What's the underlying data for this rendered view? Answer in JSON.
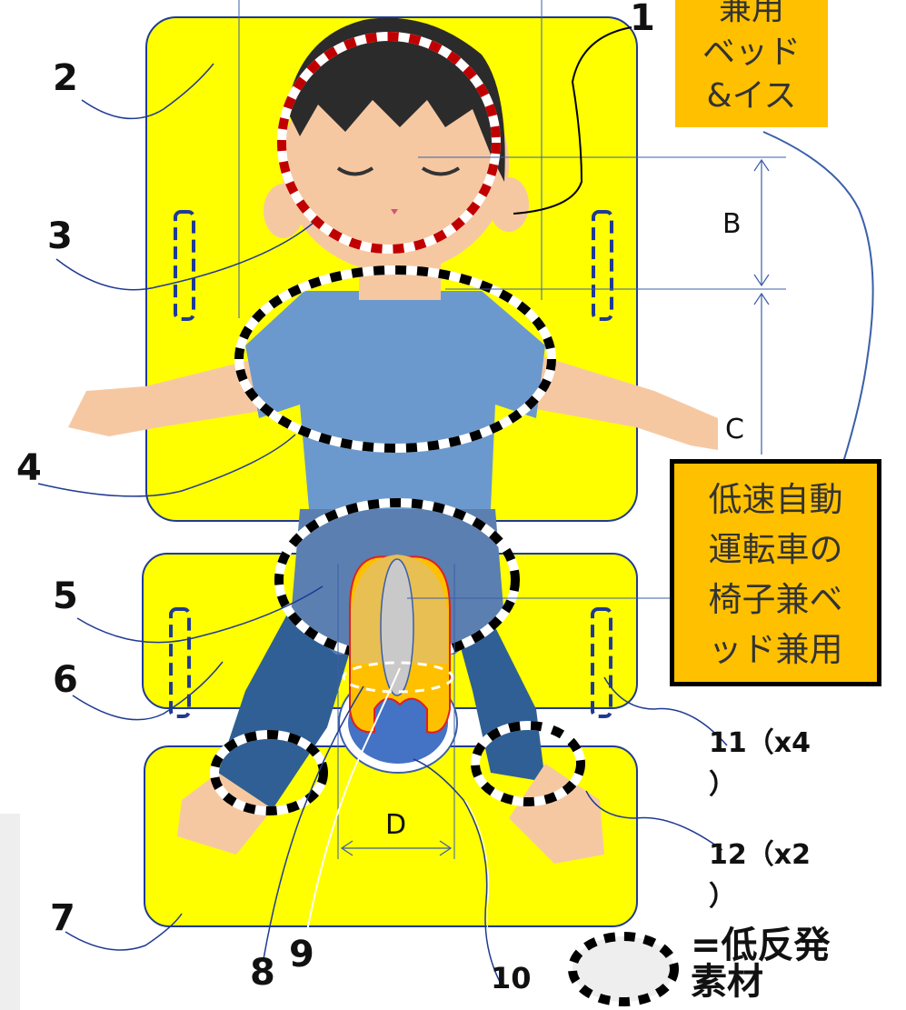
{
  "boxes": {
    "top_note": "兼用\nベッド\n&イス",
    "main_note": "低速自動\n運転車の\n椅子兼ベ\nッド兼用"
  },
  "numbers": {
    "n1": "1",
    "n2": "2",
    "n3": "3",
    "n4": "4",
    "n5": "5",
    "n6": "6",
    "n7": "7",
    "n8": "8",
    "n9": "9",
    "n10": "10",
    "n11": "11（x4\n）",
    "n12": "12（x2\n）"
  },
  "dimensions": {
    "b": "B",
    "c": "C",
    "d": "D"
  },
  "legend": {
    "text": "=低反発\n素材"
  },
  "colors": {
    "panel": "#ffff00",
    "panel_border": "#1f3a93",
    "note_bg": "#ffc000",
    "dash_red": "#c00000",
    "dash_black": "#000000",
    "hair": "#2b2b2b",
    "skin": "#f6c8a2",
    "shirt": "#6c99cd",
    "pants": "#2f5f95",
    "line": "#3b5fa8"
  }
}
